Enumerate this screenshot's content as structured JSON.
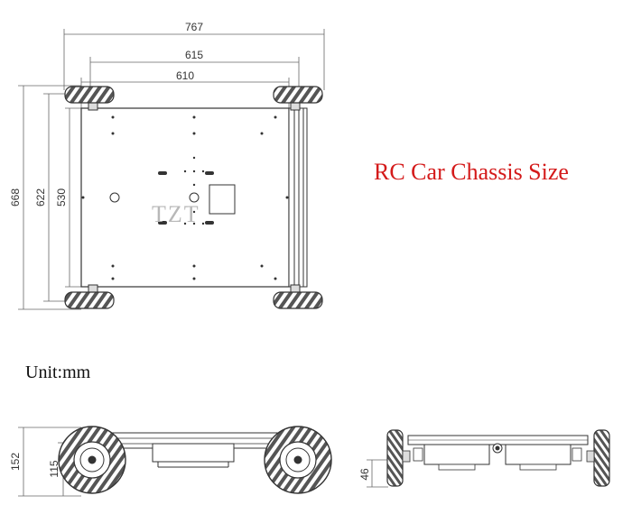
{
  "title": "RC Car Chassis Size",
  "unit_label": "Unit:mm",
  "watermark": "TZT",
  "colors": {
    "title": "#d41a1a",
    "line": "#333333",
    "dim": "#666666"
  },
  "top_view": {
    "width_overall": "767",
    "width_wheels": "615",
    "width_plate": "610",
    "length_overall": "668",
    "length_wheels": "622",
    "length_plate": "530"
  },
  "side_view": {
    "height_overall": "152",
    "height_wheel": "115"
  },
  "rear_view": {
    "ground_clearance": "46"
  }
}
